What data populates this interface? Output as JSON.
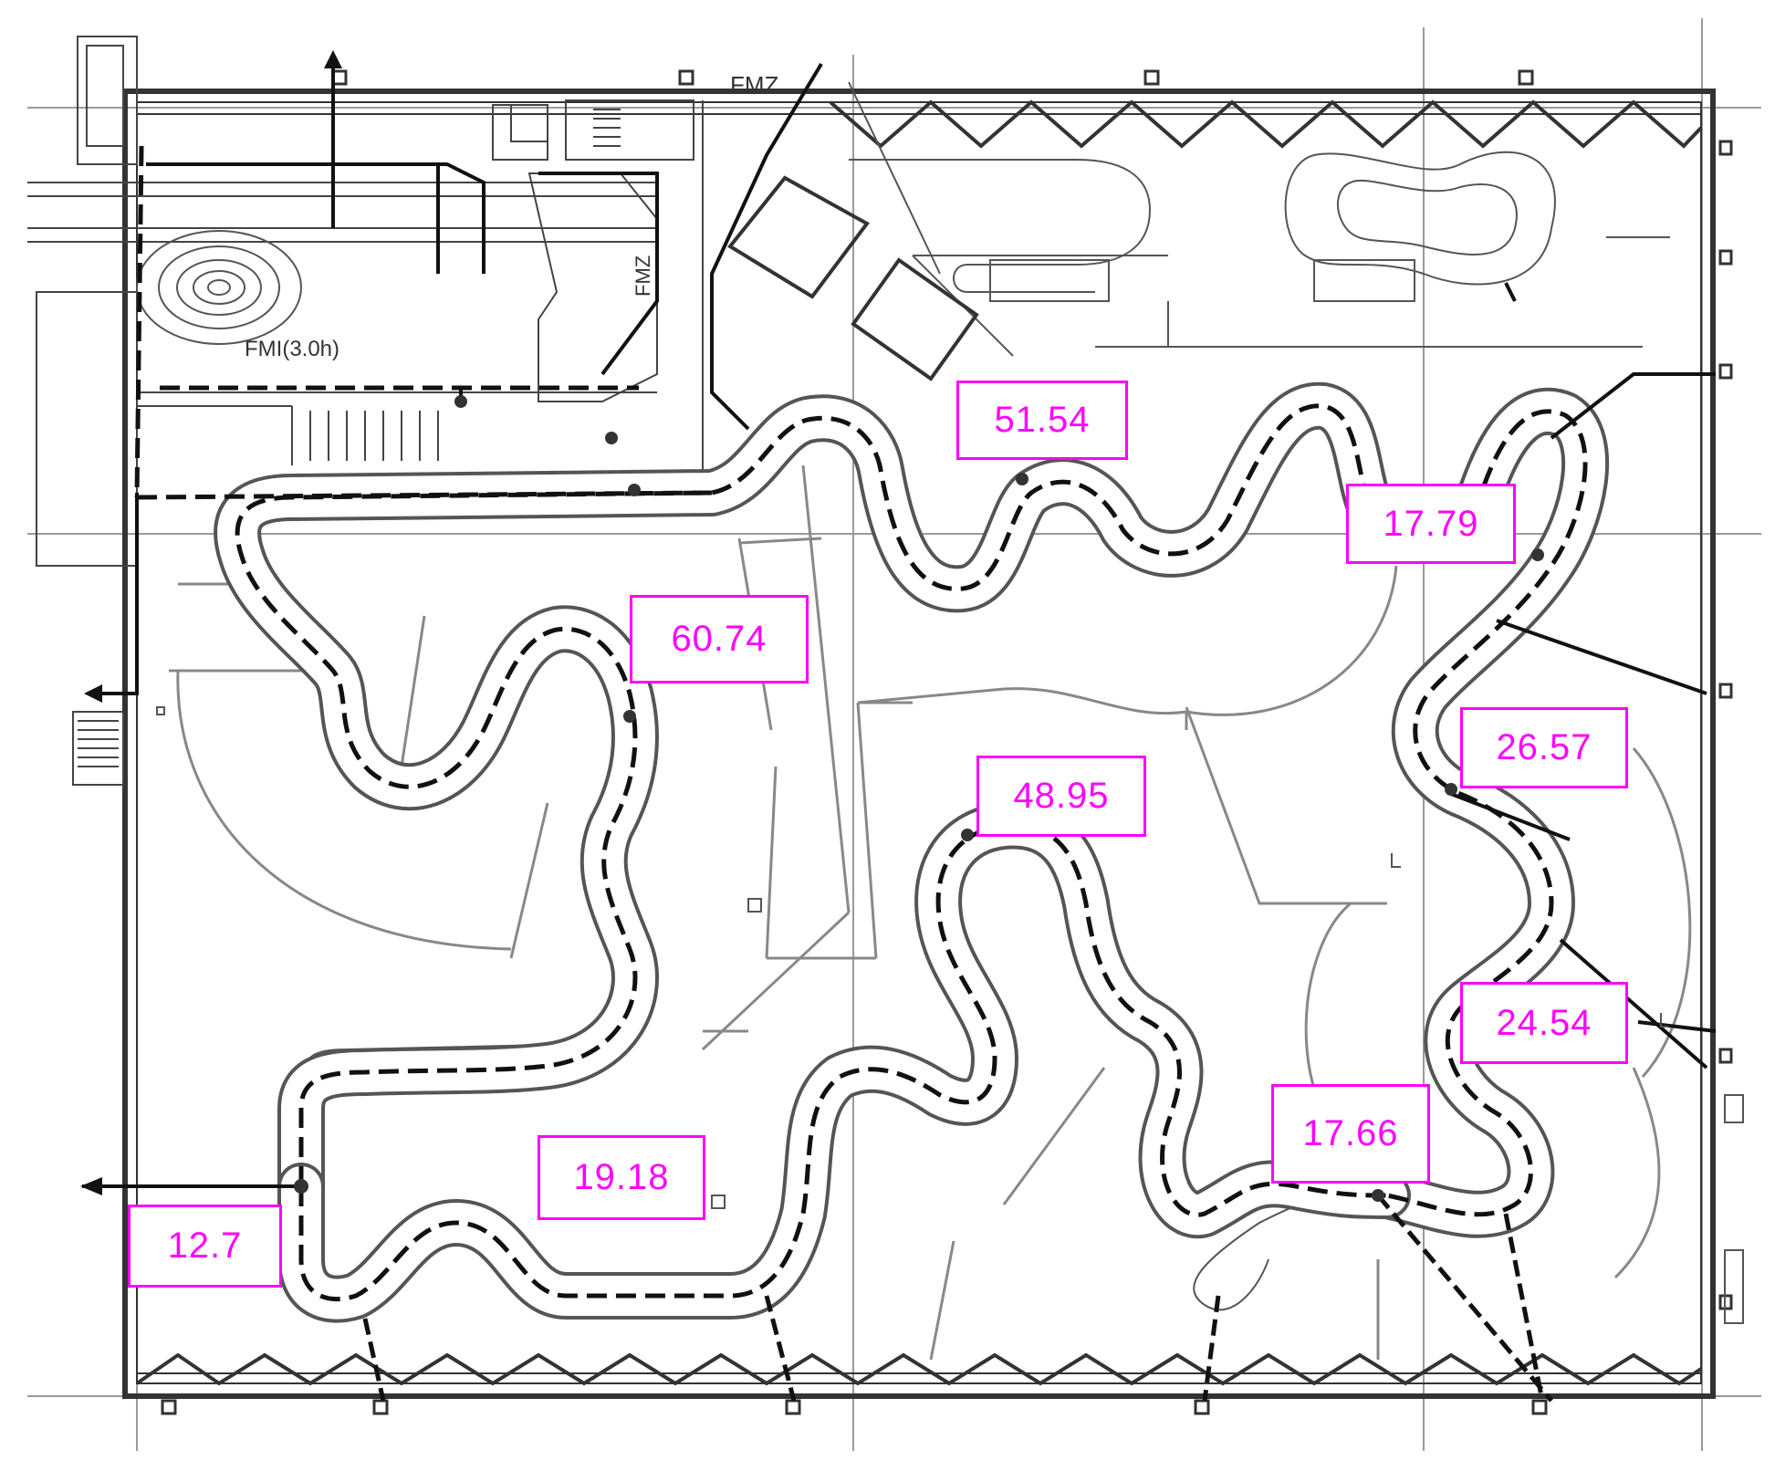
{
  "plan_texts": {
    "fm_top": "FMZ",
    "fm_mid": "FMZ",
    "fm_rating": "FMI(3.0h)"
  },
  "route_labels": [
    "51.54",
    "17.79",
    "60.74",
    "26.57",
    "48.95",
    "24.54",
    "17.66",
    "19.18",
    "12.7"
  ],
  "colors": {
    "label": "#ff00ff",
    "wall": "#333333",
    "route": "#111111",
    "thin": "#888888"
  }
}
